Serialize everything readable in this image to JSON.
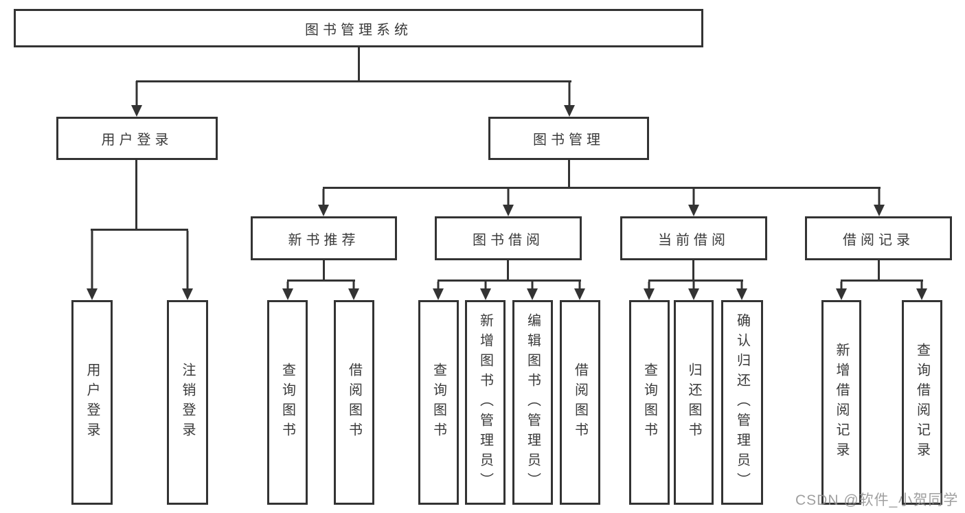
{
  "colors": {
    "line": "#333333",
    "text": "#3a3a3a",
    "background": "#ffffff",
    "watermark": "#8f8f8f"
  },
  "watermark": "CSDN @软件_小贺同学",
  "tree": {
    "root": {
      "label": "图书管理系统"
    },
    "branches": [
      {
        "label": "用户登录",
        "children": [
          {
            "label": "用户登录"
          },
          {
            "label": "注销登录"
          }
        ]
      },
      {
        "label": "图书管理",
        "children": [
          {
            "label": "新书推荐",
            "children": [
              {
                "label": "查询图书"
              },
              {
                "label": "借阅图书"
              }
            ]
          },
          {
            "label": "图书借阅",
            "children": [
              {
                "label": "查询图书"
              },
              {
                "label": "新增图书（管理员）"
              },
              {
                "label": "编辑图书（管理员）"
              },
              {
                "label": "借阅图书"
              }
            ]
          },
          {
            "label": "当前借阅",
            "children": [
              {
                "label": "查询图书"
              },
              {
                "label": "归还图书"
              },
              {
                "label": "确认归还（管理员）"
              }
            ]
          },
          {
            "label": "借阅记录",
            "children": [
              {
                "label": "新增借阅记录"
              },
              {
                "label": "查询借阅记录"
              }
            ]
          }
        ]
      }
    ]
  }
}
